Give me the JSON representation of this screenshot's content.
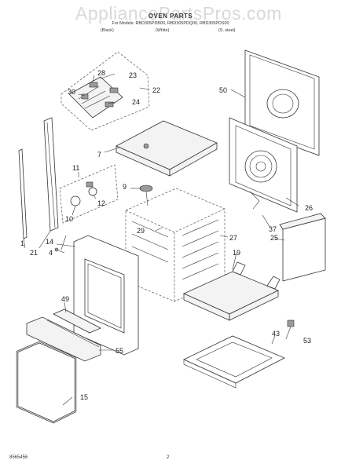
{
  "watermark": "AppliancePartsPros.com",
  "header": {
    "title": "OVEN PARTS",
    "models_line": "For Models: RBD305PDB00, RBD305PDQ00, RBD305PDS00",
    "sub_labels": [
      "(Black)",
      "(White)",
      "(S. steel)"
    ]
  },
  "footer": {
    "doc_number": "8565456",
    "page_number": "2"
  },
  "part_numbers": [
    "1",
    "4",
    "7",
    "9",
    "10",
    "11",
    "12",
    "14",
    "15",
    "19",
    "21",
    "22",
    "23",
    "24",
    "25",
    "26",
    "27",
    "28",
    "29",
    "30",
    "37",
    "43",
    "49",
    "50",
    "53",
    "55"
  ]
}
